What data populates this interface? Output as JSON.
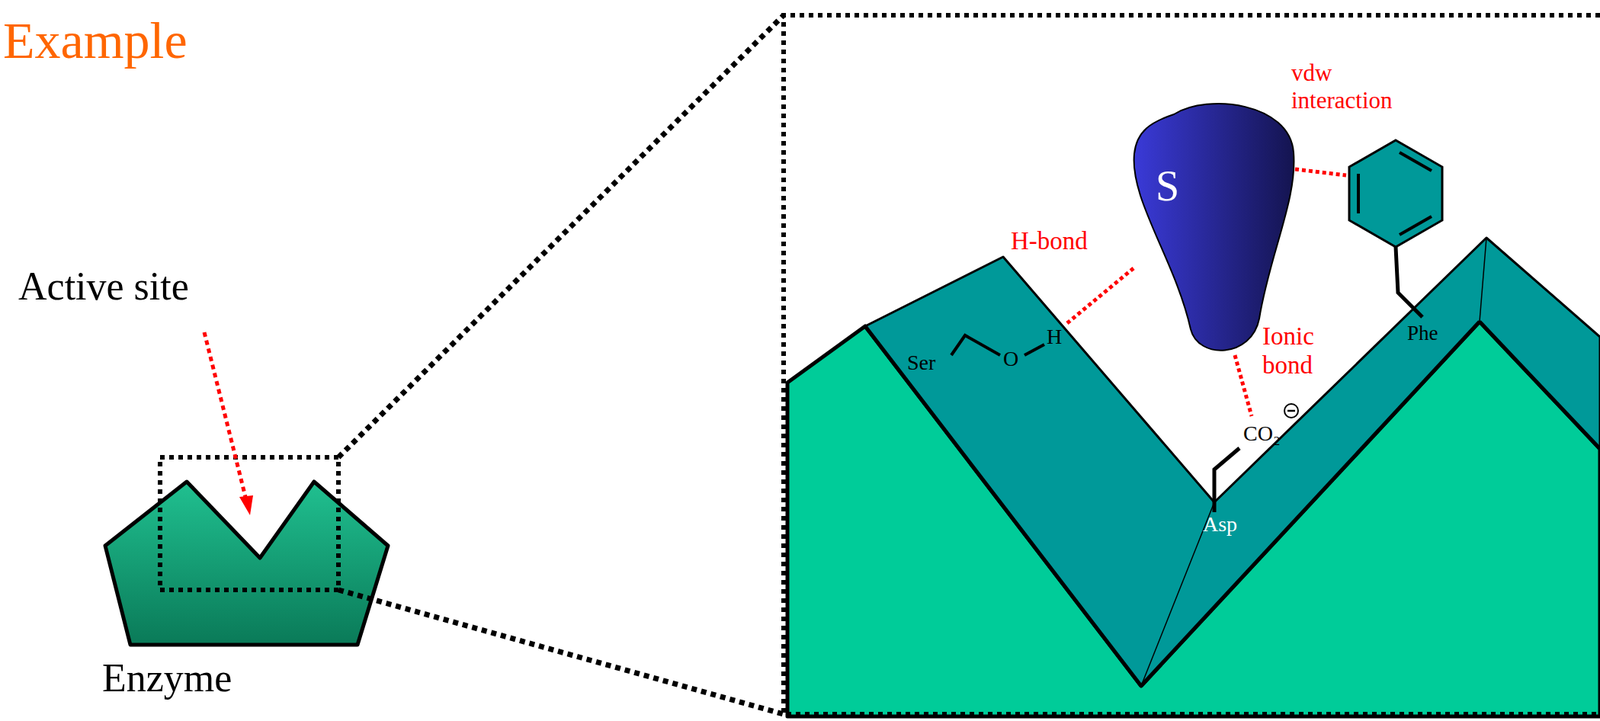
{
  "diagram": {
    "title": "Example",
    "nodes": [
      {
        "text": [
          "Enzyme"
        ]
      },
      {
        "text": [
          "S"
        ]
      }
    ],
    "labels": [
      "Active site",
      "H-bond",
      "vdw interaction",
      "Ionic bond",
      "Ser",
      "O",
      "H",
      "CO₂",
      "Asp",
      "Phe"
    ]
  }
}
